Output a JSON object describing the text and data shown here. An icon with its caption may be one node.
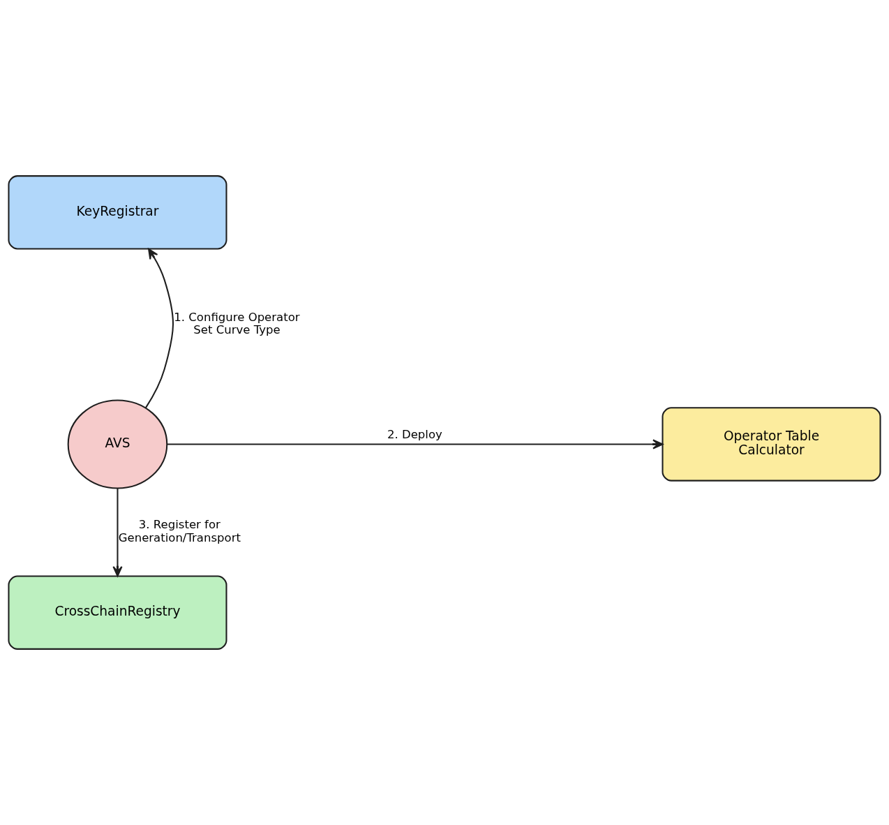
{
  "diagram": {
    "nodes": [
      {
        "text": [
          "KeyRegistrar"
        ]
      },
      {
        "text": [
          "AVS"
        ]
      },
      {
        "text": [
          "Operator Table Calculator"
        ]
      },
      {
        "text": [
          "CrossChainRegistry"
        ]
      }
    ],
    "edges": [
      {
        "from": 1,
        "to": 0,
        "arrow": "to",
        "label": "1. Configure Operator Set Curve Type"
      },
      {
        "from": 1,
        "to": 2,
        "arrow": "to",
        "label": "2. Deploy"
      },
      {
        "from": 1,
        "to": 3,
        "arrow": "to",
        "label": "3. Register for Generation/Transport"
      }
    ]
  }
}
